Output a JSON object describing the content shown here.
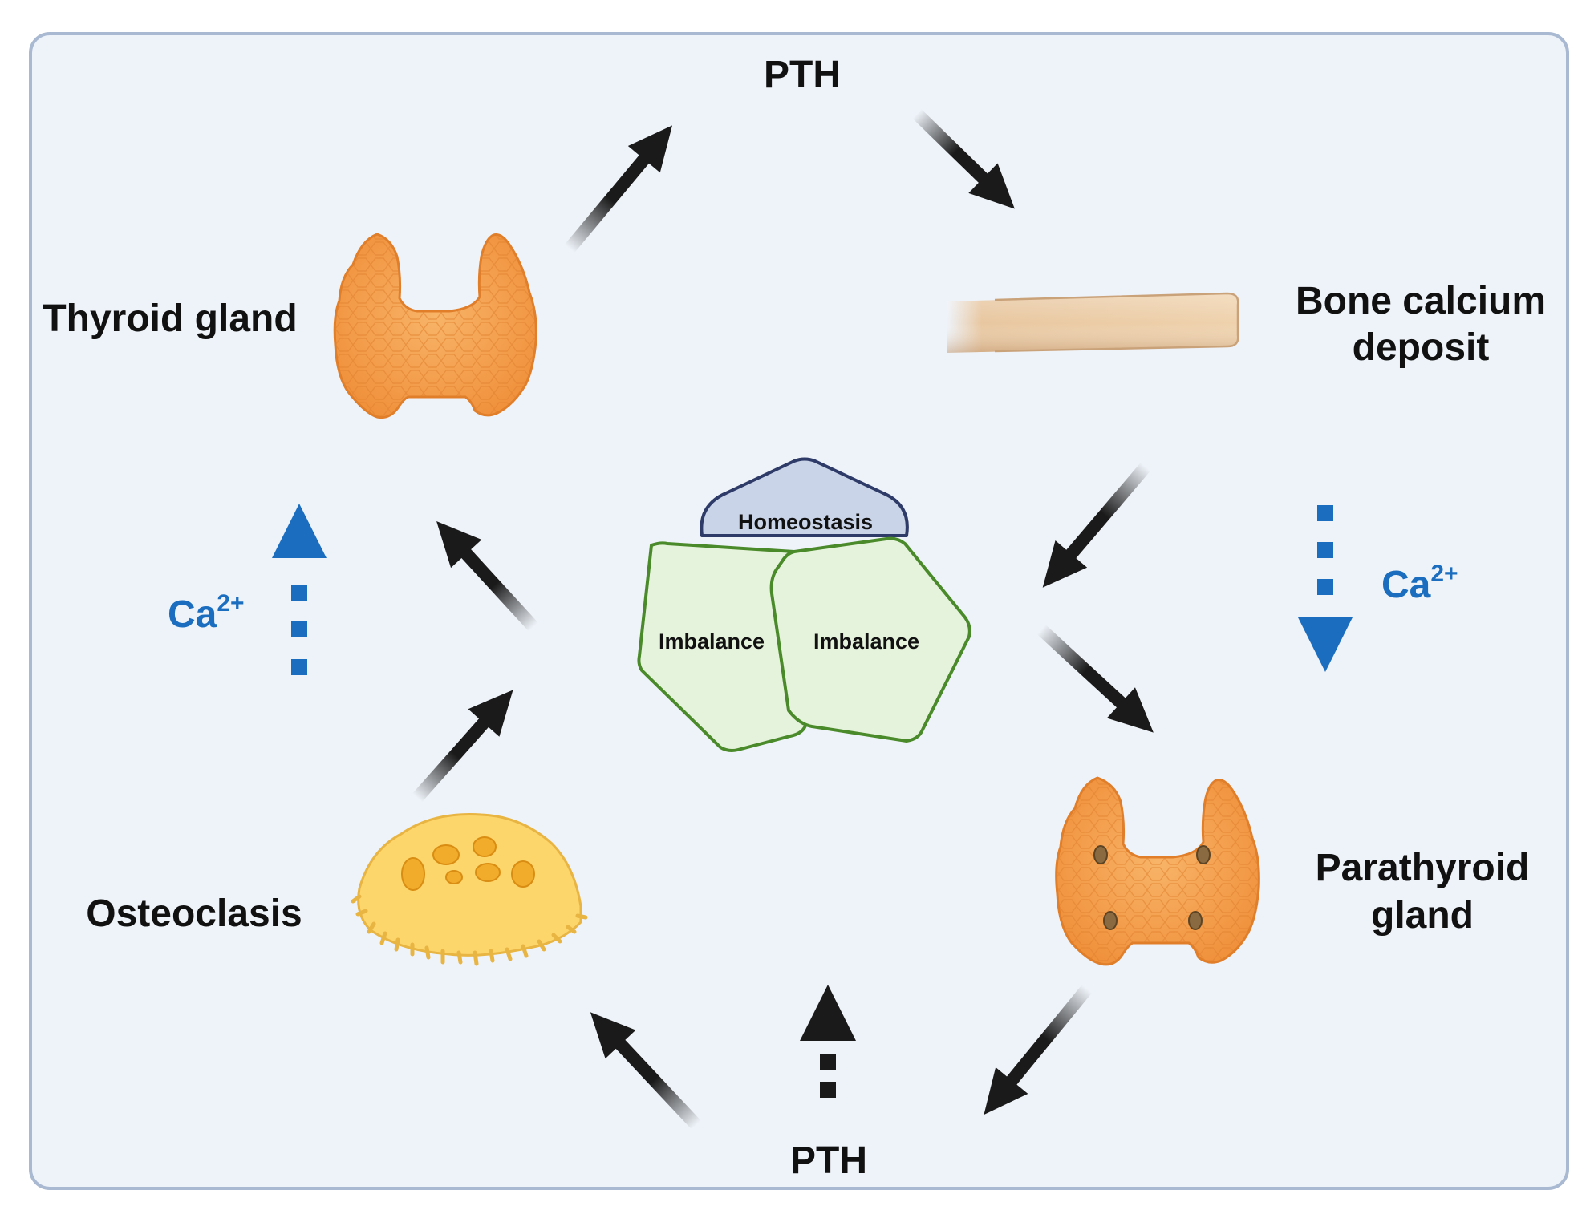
{
  "labels": {
    "pth_top": "PTH",
    "pth_bottom": "PTH",
    "thyroid": "Thyroid gland",
    "bone_line1": "Bone calcium",
    "bone_line2": "deposit",
    "parathyroid_line1": "Parathyroid",
    "parathyroid_line2": "gland",
    "osteoclasis": "Osteoclasis"
  },
  "center": {
    "top": "Homeostasis",
    "left": "Imbalance",
    "right": "Imbalance"
  },
  "calcium": {
    "left": {
      "base": "Ca",
      "sup": "2+",
      "direction": "up"
    },
    "right": {
      "base": "Ca",
      "sup": "2+",
      "direction": "down"
    }
  },
  "colors": {
    "background": "#eef3f9",
    "frame": "#a9b9d1",
    "arrow": "#1a1a1a",
    "calcium": "#1b6ebf",
    "homeostasis_fill": "#c9d4e8",
    "homeostasis_stroke": "#2e3a67",
    "imbalance_fill": "#e6f3dc",
    "imbalance_stroke": "#4a8a2a",
    "gland": "#f5a04e",
    "osteoclast": "#fcd56b"
  },
  "icons": {
    "thyroid": "thyroid-gland-icon",
    "bone": "bone-icon",
    "parathyroid": "parathyroid-gland-icon",
    "osteoclast": "osteoclast-cell-icon"
  }
}
